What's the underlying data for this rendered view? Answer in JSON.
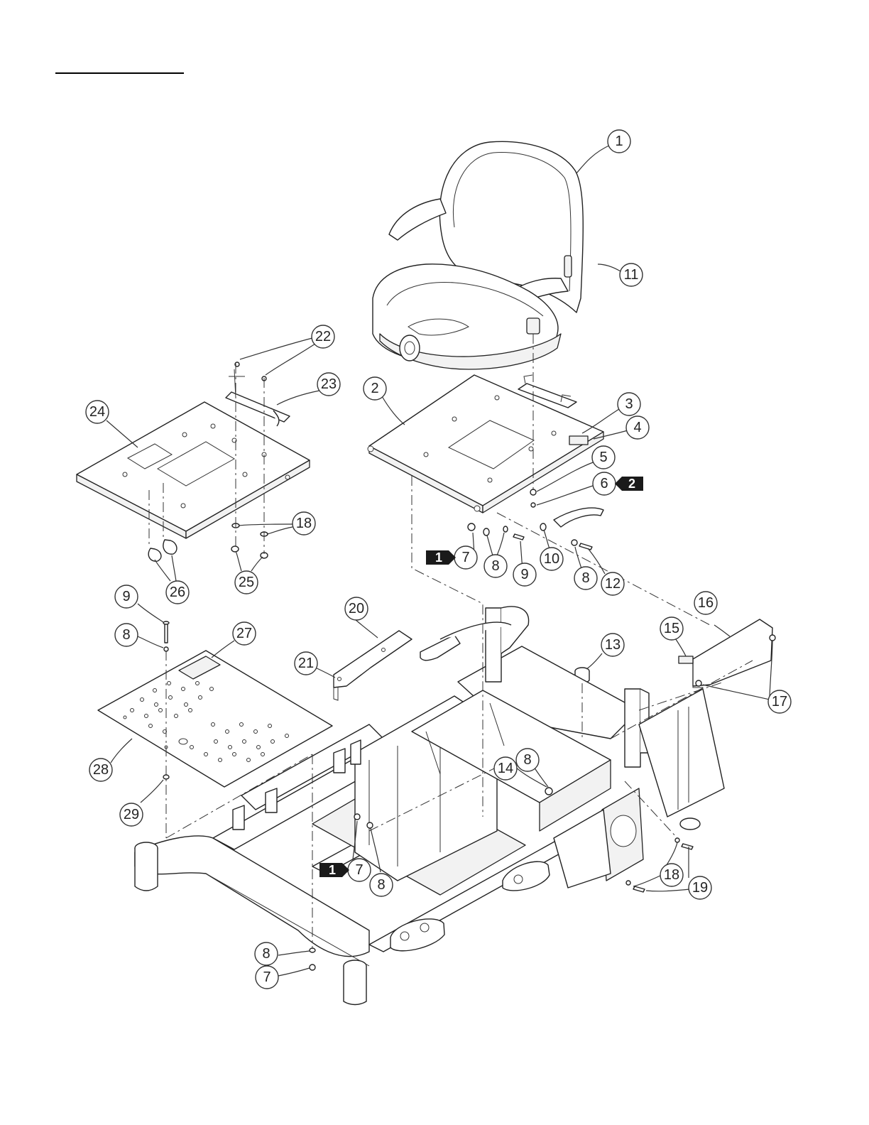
{
  "title_rule_text": "",
  "callouts": [
    {
      "id": "c1",
      "label": "1"
    },
    {
      "id": "c2",
      "label": "2"
    },
    {
      "id": "c3",
      "label": "3"
    },
    {
      "id": "c4",
      "label": "4"
    },
    {
      "id": "c5",
      "label": "5"
    },
    {
      "id": "c6",
      "label": "6"
    },
    {
      "id": "c7a",
      "label": "7"
    },
    {
      "id": "c8a",
      "label": "8"
    },
    {
      "id": "c9a",
      "label": "9"
    },
    {
      "id": "c10",
      "label": "10"
    },
    {
      "id": "c11",
      "label": "11"
    },
    {
      "id": "c8b",
      "label": "8"
    },
    {
      "id": "c12",
      "label": "12"
    },
    {
      "id": "c13",
      "label": "13"
    },
    {
      "id": "c14",
      "label": "14"
    },
    {
      "id": "c8c",
      "label": "8"
    },
    {
      "id": "c15",
      "label": "15"
    },
    {
      "id": "c16",
      "label": "16"
    },
    {
      "id": "c17",
      "label": "17"
    },
    {
      "id": "c18a",
      "label": "18"
    },
    {
      "id": "c19",
      "label": "19"
    },
    {
      "id": "c20",
      "label": "20"
    },
    {
      "id": "c21",
      "label": "21"
    },
    {
      "id": "c22",
      "label": "22"
    },
    {
      "id": "c23",
      "label": "23"
    },
    {
      "id": "c24",
      "label": "24"
    },
    {
      "id": "c18b",
      "label": "18"
    },
    {
      "id": "c25",
      "label": "25"
    },
    {
      "id": "c26",
      "label": "26"
    },
    {
      "id": "c9b",
      "label": "9"
    },
    {
      "id": "c8d",
      "label": "8"
    },
    {
      "id": "c27",
      "label": "27"
    },
    {
      "id": "c28",
      "label": "28"
    },
    {
      "id": "c29",
      "label": "29"
    },
    {
      "id": "c7b",
      "label": "7"
    },
    {
      "id": "c8e",
      "label": "8"
    },
    {
      "id": "c8f",
      "label": "8"
    },
    {
      "id": "c7c",
      "label": "7"
    }
  ],
  "flags": [
    {
      "id": "f1a",
      "label": "1"
    },
    {
      "id": "f2",
      "label": "2"
    },
    {
      "id": "f1b",
      "label": "1"
    }
  ]
}
